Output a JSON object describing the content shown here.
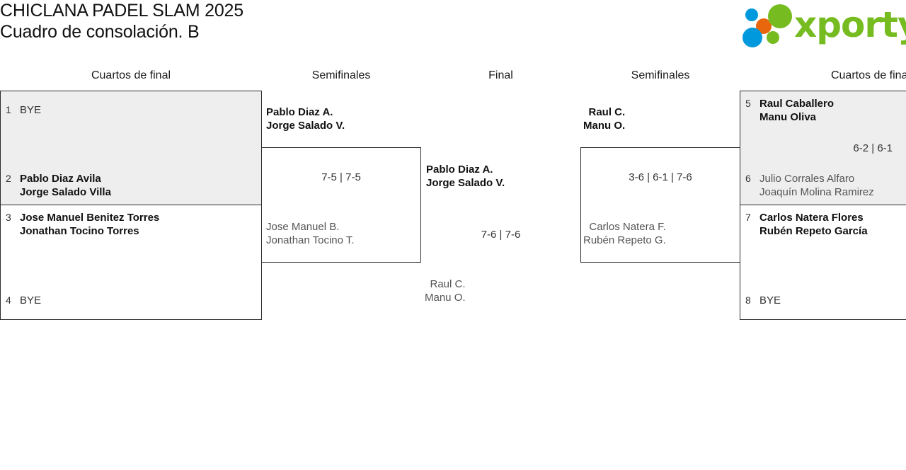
{
  "header": {
    "title_line1": "CHICLANA PADEL SLAM 2025",
    "title_line2": "Cuadro de consolación. B",
    "logo_word": "xporty",
    "logo_colors": {
      "green": "#76bc21",
      "blue": "#0099dd",
      "orange": "#e8670c"
    }
  },
  "rounds": {
    "qf_left": "Cuartos de final",
    "sf_left": "Semifinales",
    "final": "Final",
    "sf_right": "Semifinales",
    "qf_right": "Cuartos de final"
  },
  "bracket": {
    "qf_left_top": {
      "top": {
        "seed": "1",
        "line1": "BYE",
        "line2": "",
        "result": "bye"
      },
      "bottom": {
        "seed": "2",
        "line1": "Pablo Diaz Avila",
        "line2": "Jorge Salado Villa",
        "result": "winner"
      },
      "score": ""
    },
    "qf_left_bottom": {
      "top": {
        "seed": "3",
        "line1": "Jose Manuel Benitez Torres",
        "line2": "Jonathan Tocino Torres",
        "result": "winner"
      },
      "bottom": {
        "seed": "4",
        "line1": "BYE",
        "line2": "",
        "result": "bye"
      },
      "score": ""
    },
    "sf_left": {
      "top": {
        "line1": "Pablo Diaz A.",
        "line2": "Jorge Salado V.",
        "result": "winner"
      },
      "bottom": {
        "line1": "Jose Manuel B.",
        "line2": "Jonathan Tocino T.",
        "result": "loser"
      },
      "score": "7-5 | 7-5"
    },
    "final": {
      "top": {
        "line1": "Pablo Diaz A.",
        "line2": "Jorge Salado V.",
        "result": "winner"
      },
      "bottom": {
        "line1": "Raul C.",
        "line2": "Manu O.",
        "result": "loser"
      },
      "score": "7-6 | 7-6"
    },
    "sf_right": {
      "top": {
        "line1": "Raul C.",
        "line2": "Manu O.",
        "result": "winner"
      },
      "bottom": {
        "line1": "Carlos Natera F.",
        "line2": "Rubén Repeto G.",
        "result": "loser"
      },
      "score": "3-6 | 6-1 | 7-6"
    },
    "qf_right_top": {
      "top": {
        "seed": "5",
        "line1": "Raul Caballero",
        "line2": "Manu Oliva",
        "result": "winner"
      },
      "bottom": {
        "seed": "6",
        "line1": "Julio Corrales Alfaro",
        "line2": "Joaquín Molina Ramirez",
        "result": "loser"
      },
      "score": "6-2 | 6-1"
    },
    "qf_right_bottom": {
      "top": {
        "seed": "7",
        "line1": "Carlos Natera Flores",
        "line2": "Rubén Repeto García",
        "result": "winner"
      },
      "bottom": {
        "seed": "8",
        "line1": "BYE",
        "line2": "",
        "result": "bye"
      },
      "score": ""
    }
  }
}
